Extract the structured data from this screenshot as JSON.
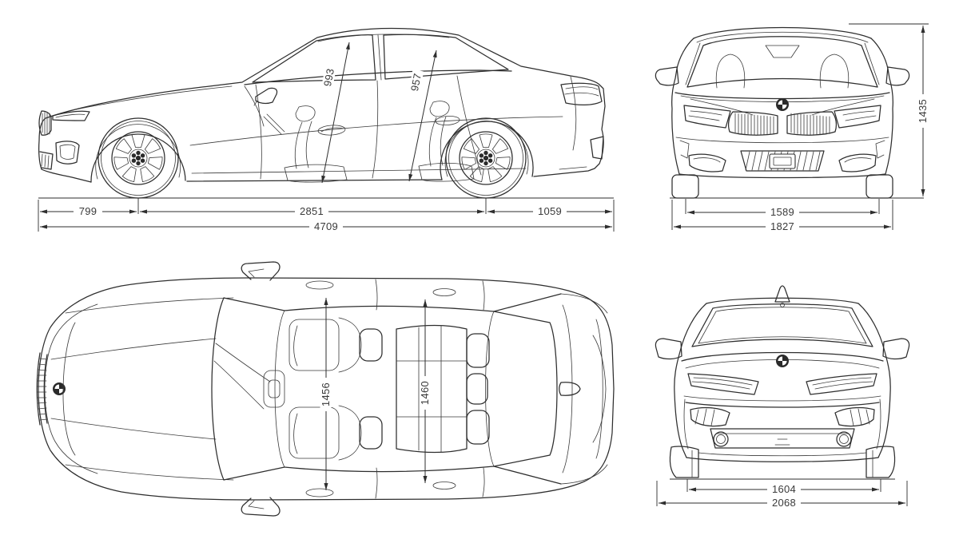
{
  "meta": {
    "background": "#ffffff",
    "line_color": "#2e2e2e",
    "text_color": "#3a3a3a",
    "badge_color": "#2b2b2b"
  },
  "views": {
    "side": {
      "name": "side-view",
      "dims": {
        "front_headroom": "993",
        "rear_headroom": "957",
        "front_overhang": "799",
        "wheelbase": "2851",
        "rear_overhang": "1059",
        "overall_length": "4709"
      }
    },
    "front": {
      "name": "front-view",
      "dims": {
        "overall_height": "1435",
        "front_track": "1589",
        "body_width": "1827"
      }
    },
    "top": {
      "name": "top-view",
      "dims": {
        "front_shoulder_width": "1456",
        "rear_shoulder_width": "1460"
      }
    },
    "rear": {
      "name": "rear-view",
      "dims": {
        "rear_track": "1604",
        "overall_width_mirrors": "2068"
      }
    }
  }
}
